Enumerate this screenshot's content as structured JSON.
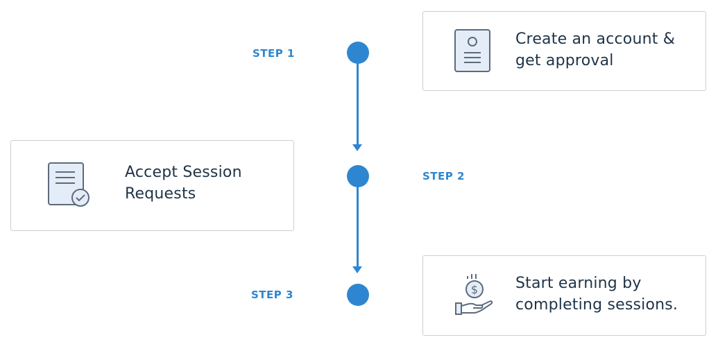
{
  "colors": {
    "accent": "#2e86d0",
    "text": "#1f3347",
    "card_border": "#c9ced4",
    "icon_fill": "#e4edf7",
    "icon_stroke": "#5b6b7c"
  },
  "steps": [
    {
      "label": "STEP 1",
      "line1": "Create an account &",
      "line2": "get approval",
      "icon": "profile-document-icon"
    },
    {
      "label": "STEP 2",
      "line1": "Accept Session",
      "line2": "Requests",
      "icon": "document-check-icon"
    },
    {
      "label": "STEP 3",
      "line1": "Start earning by",
      "line2": "completing sessions.",
      "icon": "hand-coin-icon"
    }
  ]
}
